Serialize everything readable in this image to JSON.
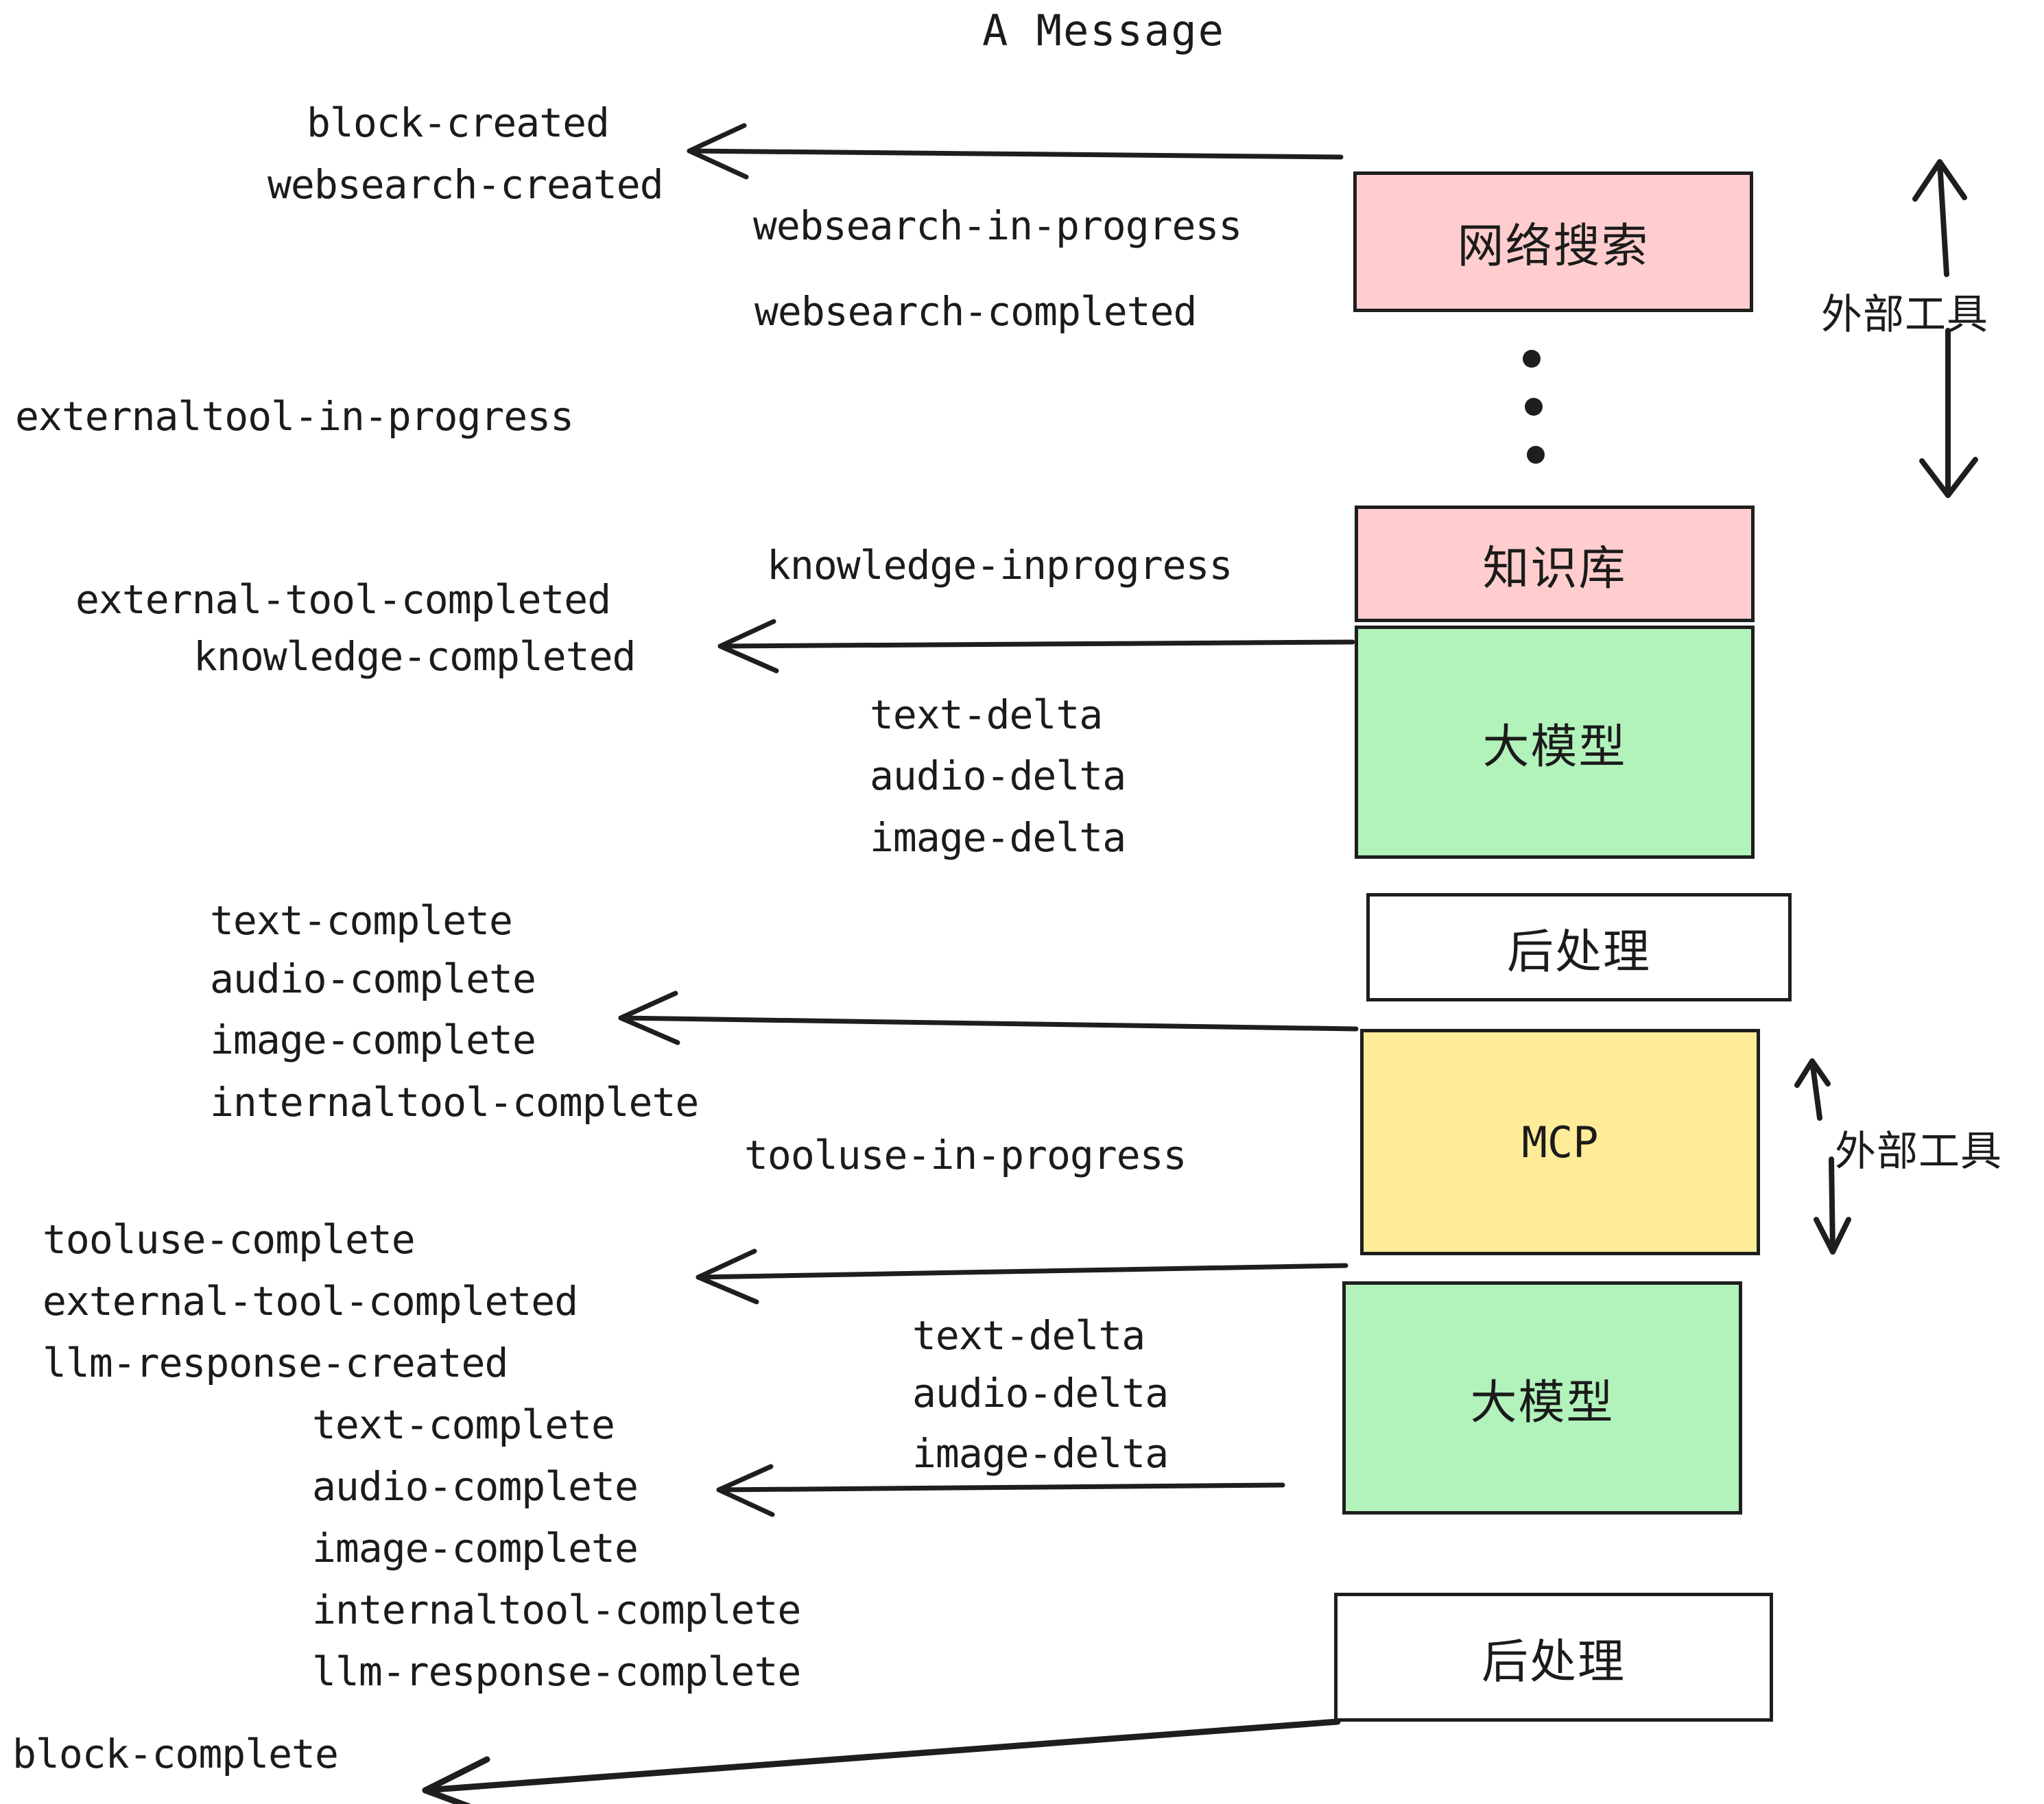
{
  "diagram": {
    "title": "A Message",
    "colors": {
      "stroke": "#1e1e1e",
      "pink": "#ffcdcd",
      "green": "#b2f2bb",
      "yellow": "#ffec99",
      "white": "#ffffff",
      "text": "#1b1b1b",
      "background": "#ffffff"
    }
  },
  "nodes": [
    {
      "label": "网络搜索",
      "fill": "pink"
    },
    {
      "label": "知识库",
      "fill": "pink"
    },
    {
      "label": "大模型",
      "fill": "green"
    },
    {
      "label": "后处理",
      "fill": "white"
    },
    {
      "label": "MCP",
      "fill": "yellow"
    },
    {
      "label": "大模型",
      "fill": "green"
    },
    {
      "label": "后处理",
      "fill": "white"
    }
  ],
  "side_labels": [
    {
      "label": "外部工具"
    },
    {
      "label": "外部工具"
    }
  ],
  "events": [
    {
      "text": "block-created"
    },
    {
      "text": "websearch-created"
    },
    {
      "text": "websearch-in-progress"
    },
    {
      "text": "websearch-completed"
    },
    {
      "text": "externaltool-in-progress"
    },
    {
      "text": "knowledge-inprogress"
    },
    {
      "text": "external-tool-completed"
    },
    {
      "text": "knowledge-completed"
    },
    {
      "text": "text-delta"
    },
    {
      "text": "audio-delta"
    },
    {
      "text": "image-delta"
    },
    {
      "text": "text-complete"
    },
    {
      "text": "audio-complete"
    },
    {
      "text": "image-complete"
    },
    {
      "text": "internaltool-complete"
    },
    {
      "text": "tooluse-in-progress"
    },
    {
      "text": "tooluse-complete"
    },
    {
      "text": "external-tool-completed"
    },
    {
      "text": "llm-response-created"
    },
    {
      "text": "text-complete"
    },
    {
      "text": "audio-complete"
    },
    {
      "text": "image-complete"
    },
    {
      "text": "internaltool-complete"
    },
    {
      "text": "llm-response-complete"
    },
    {
      "text": "block-complete"
    }
  ],
  "ellipsis": {
    "dots": 3
  }
}
